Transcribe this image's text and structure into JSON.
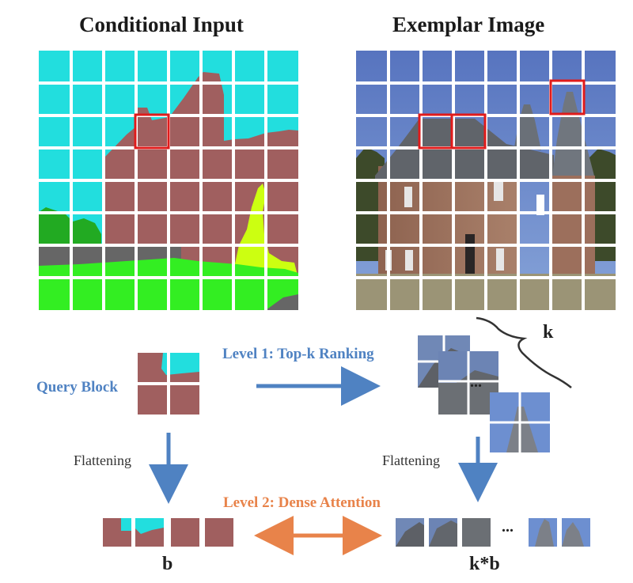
{
  "titles": {
    "conditional_input": "Conditional Input",
    "exemplar_image": "Exemplar Image"
  },
  "labels": {
    "query_block": "Query Block",
    "level1": "Level 1: Top-k  Ranking",
    "level2": "Level 2: Dense Attention",
    "flattening_left": "Flattening",
    "flattening_right": "Flattening",
    "k": "k",
    "b": "b",
    "kb": "k*b",
    "ellipsis_stack": "...",
    "ellipsis_row": "..."
  },
  "colors": {
    "sky_seg": "#22dede",
    "building_seg": "#a05f5f",
    "grass_seg": "#33ee22",
    "road_seg": "#666666",
    "tree_seg": "#22aa22",
    "plant_seg": "#ccff11",
    "sky_photo": "#5d7fc4",
    "wall_photo": "#9a6d5a",
    "roof_photo": "#60646a",
    "ground_photo": "#9b9476",
    "highlight": "#e01b1b",
    "arrow_blue": "#4f82c2",
    "arrow_orange": "#e8834a"
  }
}
